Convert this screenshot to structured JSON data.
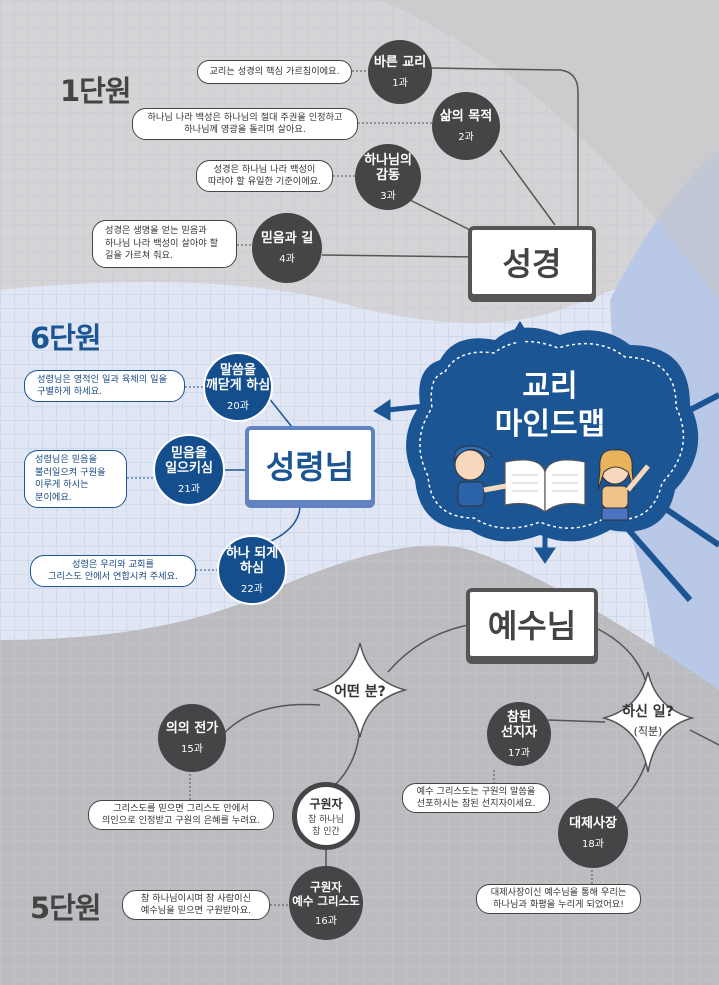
{
  "title": {
    "line1": "교리",
    "line2": "마인드맵"
  },
  "units": {
    "u1": "1단원",
    "u6": "6단원",
    "u5": "5단원"
  },
  "books": {
    "bible": "성경",
    "spirit": "성령님",
    "jesus": "예수님"
  },
  "unit1": {
    "lessons": [
      {
        "title": "바른 교리",
        "lesson": "1과",
        "desc": "교리는 성경의 핵심 가르침이에요."
      },
      {
        "title": "삶의 목적",
        "lesson": "2과",
        "desc": "하나님 나라 백성은 하나님의 절대 주권을 인정하고\n하나님께 영광을 돌리며 살아요."
      },
      {
        "title": "하나님의\n감동",
        "lesson": "3과",
        "desc": "성경은 하나님 나라 백성이\n따라야 할 유일한 기준이에요."
      },
      {
        "title": "믿음과 길",
        "lesson": "4과",
        "desc": "성경은 생명을 얻는 믿음과\n하나님 나라 백성이 살아야 할\n길을 가르쳐 줘요."
      }
    ]
  },
  "unit6": {
    "lessons": [
      {
        "title": "말씀을\n깨닫게 하심",
        "lesson": "20과",
        "desc": "성령님은 영적인 일과 육체의 일을\n구별하게 하세요."
      },
      {
        "title": "믿음을\n일으키심",
        "lesson": "21과",
        "desc": "성령님은 믿음을\n불러일으켜 구원을\n이루게 하시는\n분이에요."
      },
      {
        "title": "하나 되게\n하심",
        "lesson": "22과",
        "desc": "성령은 우리와 교회를\n그리스도 안에서 연합시켜 주세요."
      }
    ]
  },
  "unit5": {
    "star_who": "어떤 분?",
    "star_work": "하신 일?",
    "star_work_sub": "(직분)",
    "lessons": [
      {
        "title": "의의 전가",
        "lesson": "15과",
        "desc": "그리스도를 믿으면 그리스도 안에서\n의인으로 인정받고 구원의 은혜를 누려요."
      },
      {
        "title": "구원자",
        "sub": "참 하나님\n참 인간"
      },
      {
        "title": "구원자\n예수 그리스도",
        "lesson": "16과",
        "desc": "참 하나님이시며 참 사람이신\n예수님을 믿으면 구원받아요."
      },
      {
        "title": "참된\n선지자",
        "lesson": "17과",
        "desc": "예수 그리스도는 구원의 말씀을\n선포하시는 참된 선지자이세요."
      },
      {
        "title": "대제사장",
        "lesson": "18과",
        "desc": "대제사장이신 예수님을 통해 우리는\n하나님과 화평을 누리게 되었어요!"
      }
    ]
  },
  "colors": {
    "blue": "#1b5594",
    "dark": "#454548",
    "gray_bg": "#d4d4d7"
  }
}
